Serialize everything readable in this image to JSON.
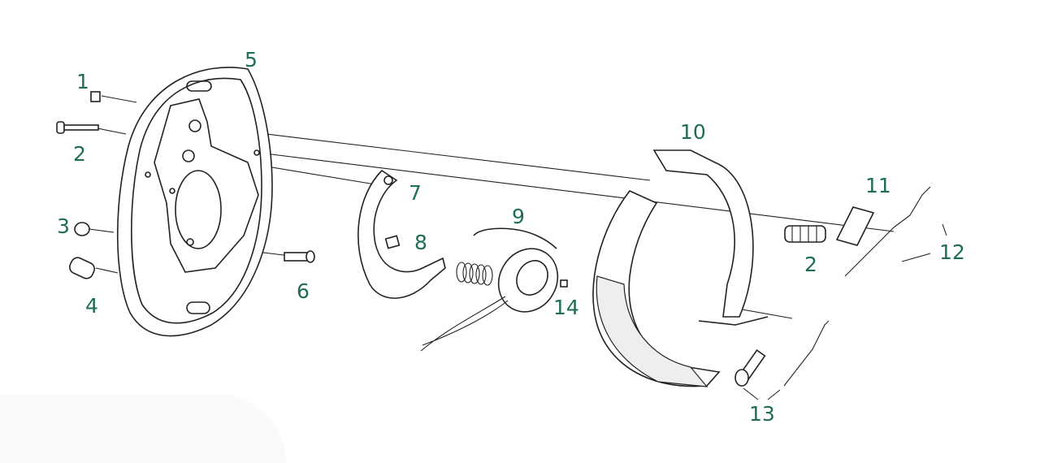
{
  "title": "Electric brake assembly exploded view",
  "accent_color": "#1f6e4f",
  "callouts": [
    "1",
    "2",
    "3",
    "4",
    "5",
    "6",
    "7",
    "8",
    "9",
    "10",
    "11",
    "12",
    "2",
    "13",
    "14"
  ]
}
